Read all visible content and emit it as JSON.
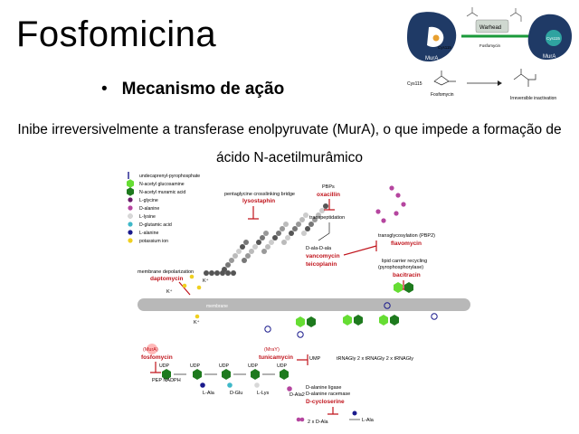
{
  "title": "Fosfomicina",
  "bullet": {
    "marker": "•",
    "text": "Mecanismo de ação"
  },
  "body": {
    "line1": "Inibe irreversivelmente a transferase enolpyruvate (MurA), o que impede a formação de",
    "line2": "ácido N-acetilmurâmico"
  },
  "header_diagram": {
    "label_murA_left": "MurA",
    "label_cys_left": "Cys115",
    "label_warhead": "Warhead",
    "label_fosfomycin_top": "Fosfomycin",
    "label_cys_right": "Cys115",
    "label_murA_right": "MurA",
    "label_cys_bottom": "Cys115",
    "label_fosfomycin_bottom": "Fosfomycin",
    "label_inactivation": "Irreversible inactivation"
  },
  "legend": [
    {
      "label": "undecaprenyl-pyrophosphate",
      "color": "#1a1a8c",
      "shape": "chain"
    },
    {
      "label": "N-acetyl glucosamine",
      "color": "#66dd33",
      "shape": "hex"
    },
    {
      "label": "N-acetyl muramic acid",
      "color": "#1e7a1e",
      "shape": "hex"
    },
    {
      "label": "L-glycine",
      "color": "#6a1b6a",
      "shape": "dot"
    },
    {
      "label": "D-alanine",
      "color": "#b5459f",
      "shape": "dot"
    },
    {
      "label": "L-lysine",
      "color": "#d8d8d8",
      "shape": "dot"
    },
    {
      "label": "D-glutamic acid",
      "color": "#3fb8c8",
      "shape": "dot"
    },
    {
      "label": "L-alanine",
      "color": "#1a1a8c",
      "shape": "dot"
    },
    {
      "label": "potassium ion",
      "color": "#f0d020",
      "shape": "dot"
    }
  ],
  "pathway": {
    "crosslink_label": "pentaglycine crosslinking bridge",
    "lysostaphin": "lysostaphin",
    "pbps": "PBPs",
    "oxacillin": "oxacillin",
    "transpeptidation": "transpeptidation",
    "dala_dala": "D-ala-D-ala",
    "vancomycin": "vancomycin",
    "teicoplanin": "teicoplanin",
    "transglycosylation": "transglycosylation (PBP2)",
    "flavomycin": "flavomycin",
    "lipid_recycling": "lipid carrier recycling",
    "pyrophosphorylase": "(pyrophosphorylase)",
    "bacitracin": "bacitracin",
    "depolarization": "membrane depolarization",
    "daptomycin": "daptomycin",
    "k_ion": "K⁺",
    "membrane": "membrane",
    "mura": "(MurA)",
    "fosfomycin": "fosfomycin",
    "mray": "(MraY)",
    "tunicamycin": "tunicamycin",
    "ump": "UMP",
    "trna": "tRNAGly 2 x tRNAGly 2 x tRNAGly",
    "udp": "UDP",
    "pep": "PEP NADPH",
    "l_ala": "L-Ala",
    "d_glu": "D-Glu",
    "l_lys": "L-Lys",
    "d_ala2": "D-Ala2",
    "ligase": "D-alanine ligase",
    "racemase": "D-alanine racemase",
    "cycloserine": "D-cycloserine",
    "two_d_ala": "2 x D-Ala",
    "l_ala_bottom": "L-Ala"
  },
  "colors": {
    "drug_red": "#c0141c",
    "arrow_green": "#1a9a3a",
    "membrane_gray": "#b8b8b8",
    "enzyme_navy": "#1f3a66"
  }
}
